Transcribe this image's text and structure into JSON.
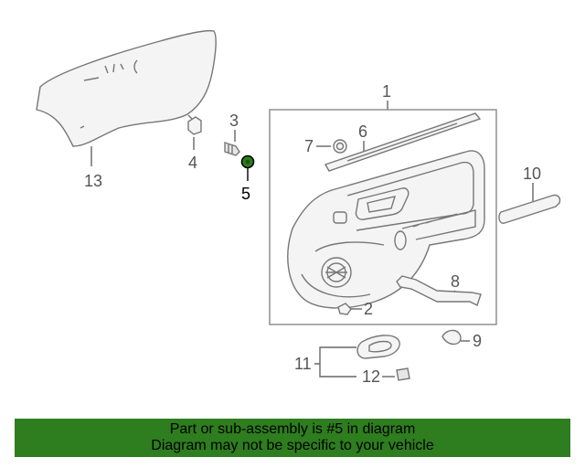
{
  "callouts": {
    "c1": "1",
    "c2": "2",
    "c3": "3",
    "c4": "4",
    "c5": "5",
    "c6": "6",
    "c7": "7",
    "c8": "8",
    "c9": "9",
    "c10": "10",
    "c11": "11",
    "c12": "12",
    "c13": "13"
  },
  "highlight_part": "5",
  "colors": {
    "banner": "#2e7d1e",
    "highlight_part_fill": "#2e7d1e",
    "line": "#777777"
  },
  "banner": {
    "line1": "Part or sub-assembly is #5 in diagram",
    "line2": "Diagram may not be specific to your vehicle"
  }
}
